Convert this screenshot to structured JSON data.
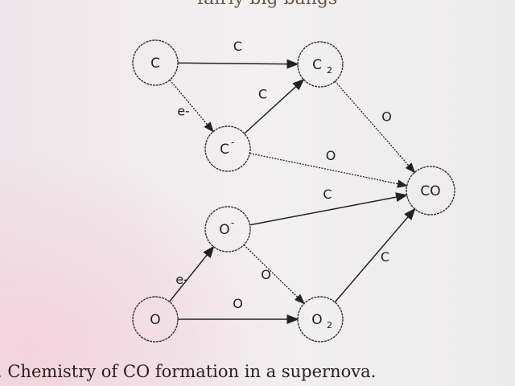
{
  "header_text": "fairly big bangs",
  "caption": ". Chemistry of CO formation in a supernova.",
  "nodes": [
    {
      "id": "C",
      "label": "C",
      "sub": ""
    },
    {
      "id": "C2",
      "label": "C",
      "sub": "2"
    },
    {
      "id": "Cm",
      "label": "C",
      "sup": "-"
    },
    {
      "id": "CO",
      "label": "CO",
      "sub": ""
    },
    {
      "id": "Om",
      "label": "O",
      "sup": "-"
    },
    {
      "id": "O",
      "label": "O",
      "sub": ""
    },
    {
      "id": "O2",
      "label": "O",
      "sub": "2"
    }
  ],
  "edges": [
    {
      "from": "C",
      "to": "C2",
      "label": "C",
      "style": "solid"
    },
    {
      "from": "C",
      "to": "Cm",
      "label": "e-",
      "style": "dotted"
    },
    {
      "from": "Cm",
      "to": "C2",
      "label": "C",
      "style": "solid"
    },
    {
      "from": "C2",
      "to": "CO",
      "label": "O",
      "style": "dotted"
    },
    {
      "from": "Cm",
      "to": "CO",
      "label": "O",
      "style": "dotted"
    },
    {
      "from": "Om",
      "to": "CO",
      "label": "C",
      "style": "solid"
    },
    {
      "from": "O",
      "to": "Om",
      "label": "e-",
      "style": "solid"
    },
    {
      "from": "Om",
      "to": "O2",
      "label": "O",
      "style": "dotted"
    },
    {
      "from": "O",
      "to": "O2",
      "label": "O",
      "style": "solid"
    },
    {
      "from": "O2",
      "to": "CO",
      "label": "C",
      "style": "solid"
    }
  ]
}
